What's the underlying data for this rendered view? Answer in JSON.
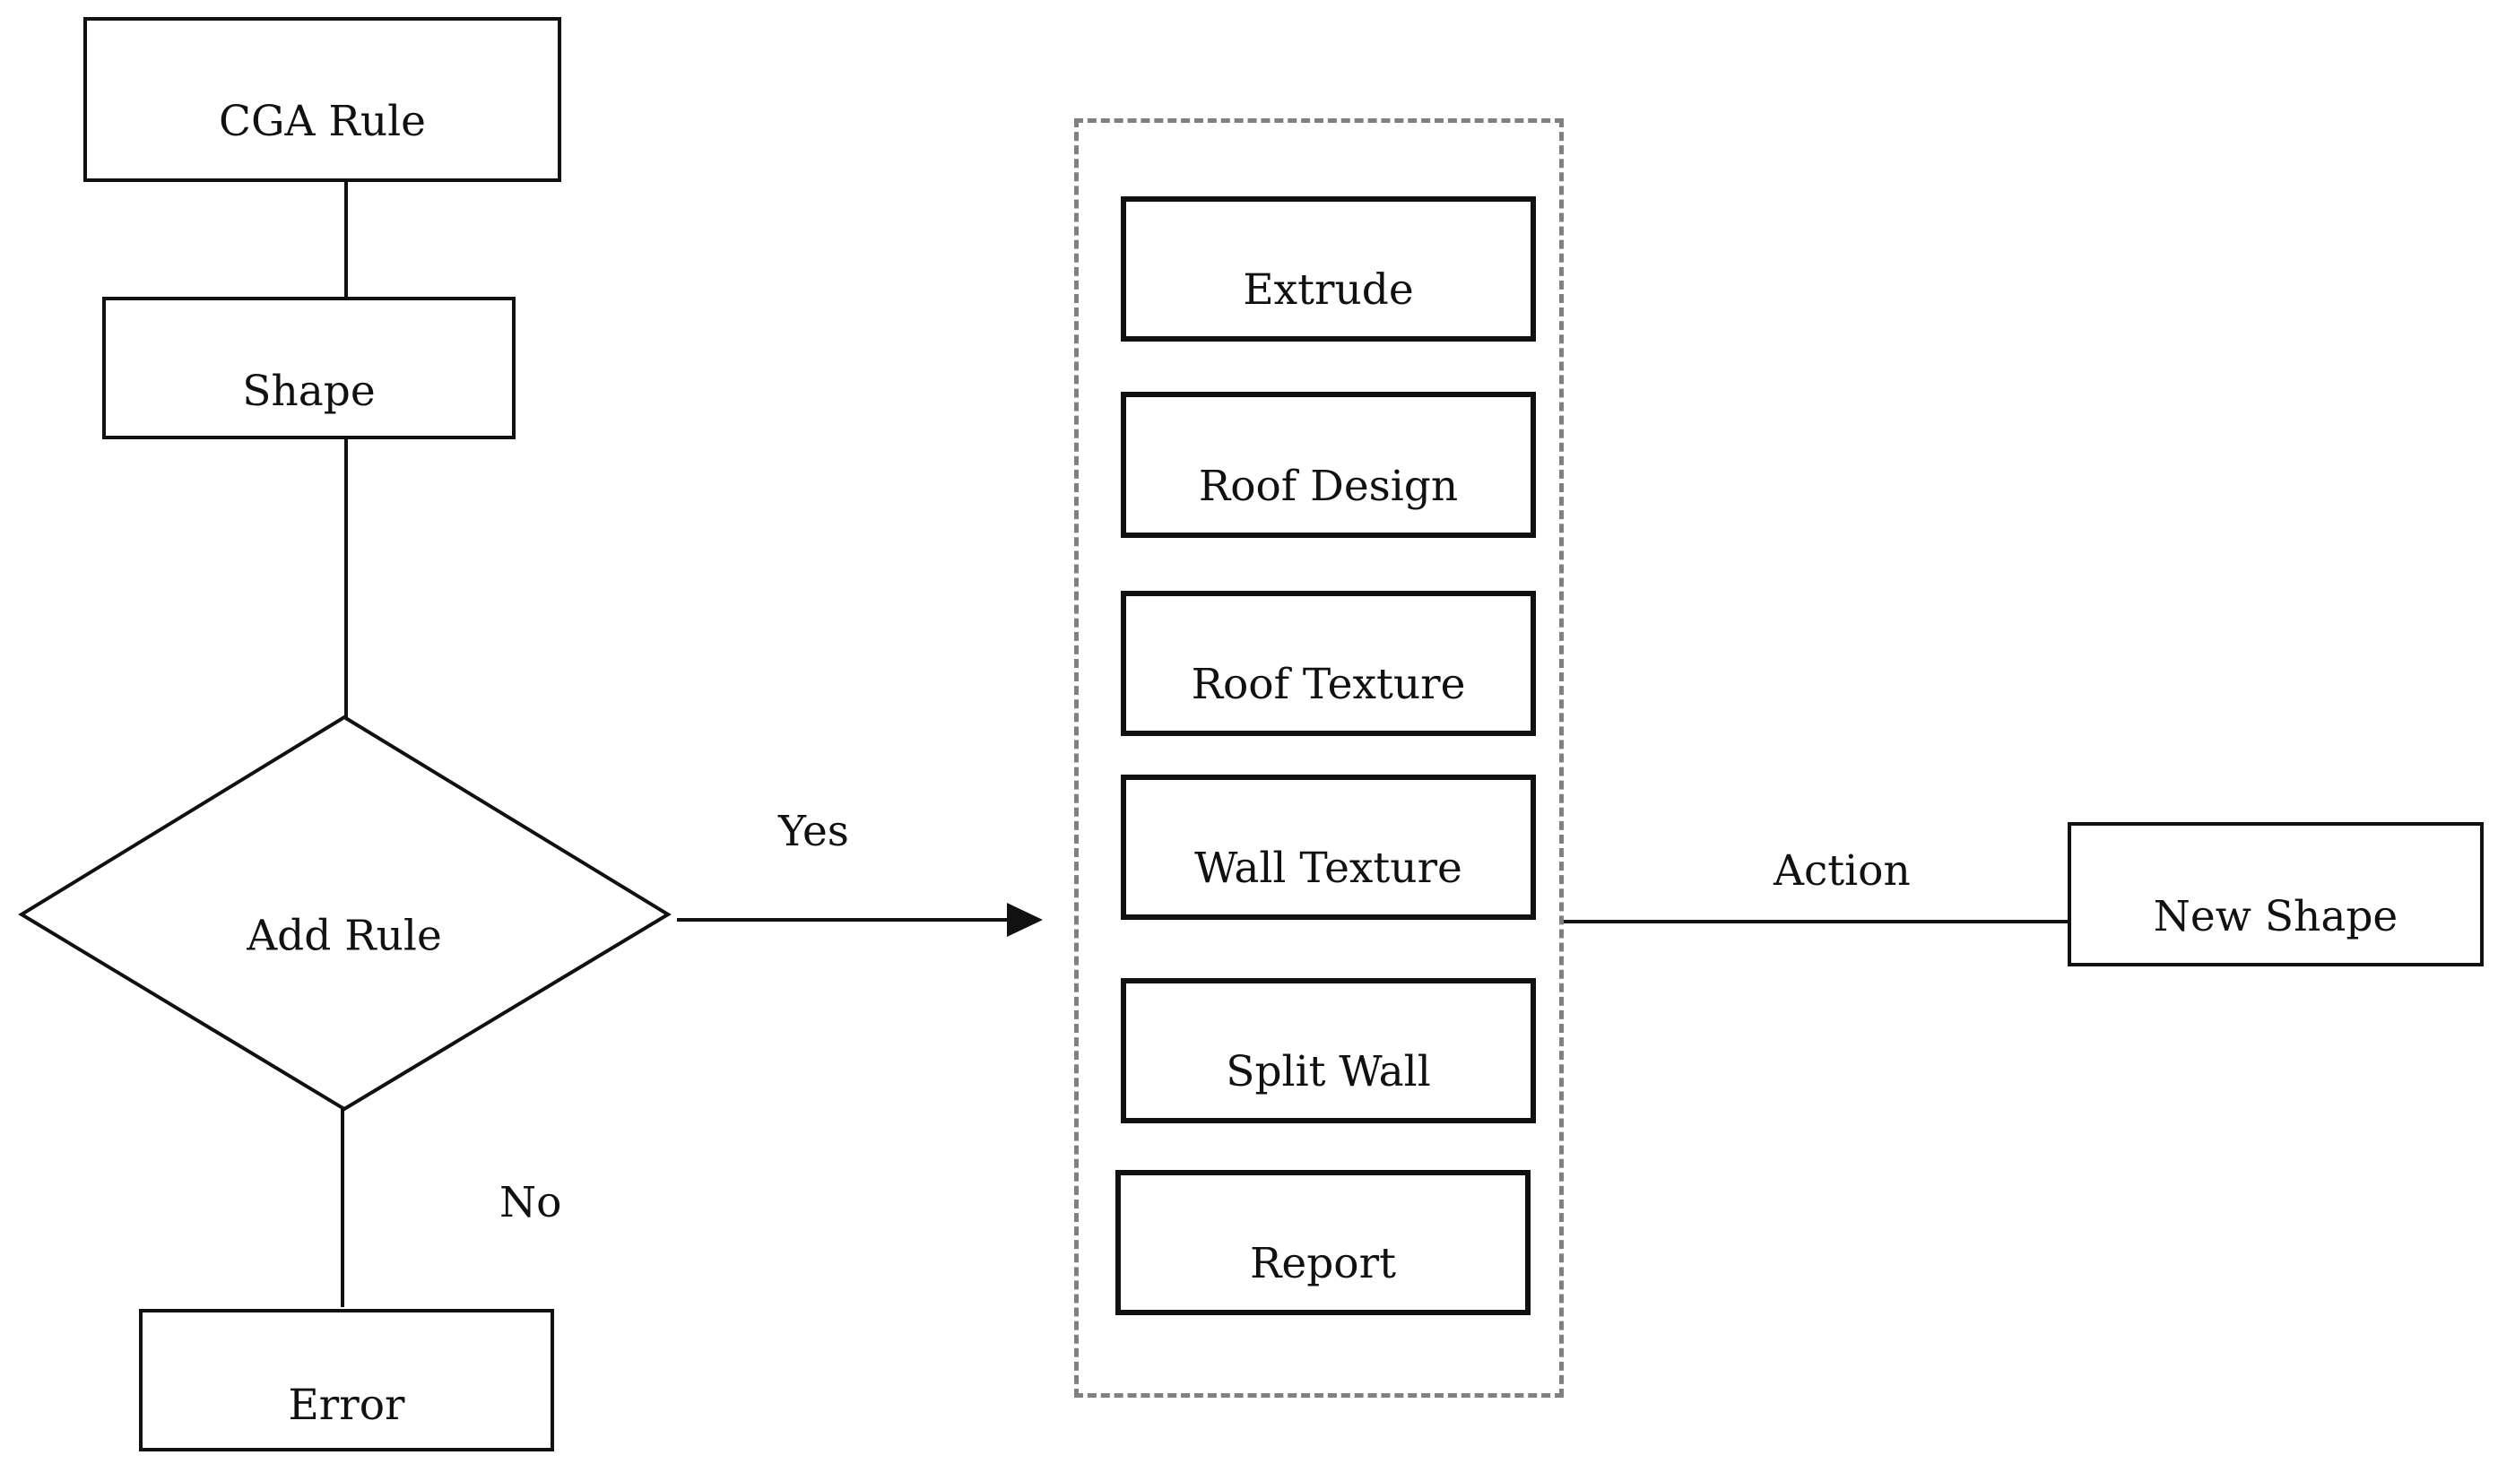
{
  "nodes": {
    "cga_rule": "CGA Rule",
    "shape": "Shape",
    "add_rule": "Add Rule",
    "error": "Error",
    "new_shape": "New Shape"
  },
  "actions": [
    "Extrude",
    "Roof Design",
    "Roof Texture",
    "Wall Texture",
    "Split Wall",
    "Report"
  ],
  "edges": {
    "yes": "Yes",
    "no": "No",
    "action": "Action"
  }
}
